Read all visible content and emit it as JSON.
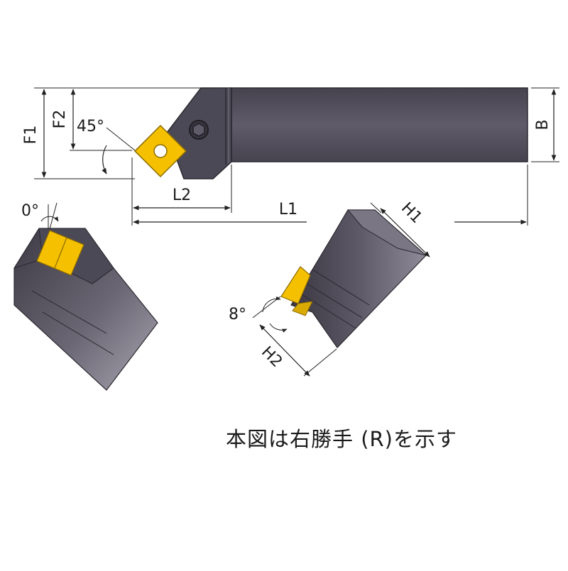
{
  "dimensions": {
    "f1": "F1",
    "f2": "F2",
    "angle_main": "45°",
    "l2": "L2",
    "l1": "L1",
    "b": "B",
    "h1": "H1",
    "h2": "H2",
    "angle_clearance": "0°",
    "angle_inclination": "8°"
  },
  "caption": "本図は右勝手 (R)を示す",
  "colors": {
    "body": "#53505f",
    "body_light": "#8a8694",
    "body_dark": "#35333d",
    "insert": "#f5c000",
    "insert_dark": "#c79600",
    "line": "#222222"
  },
  "icons": {
    "clamp_screw": "hex-socket-screw-icon",
    "insert": "square-insert-icon"
  }
}
